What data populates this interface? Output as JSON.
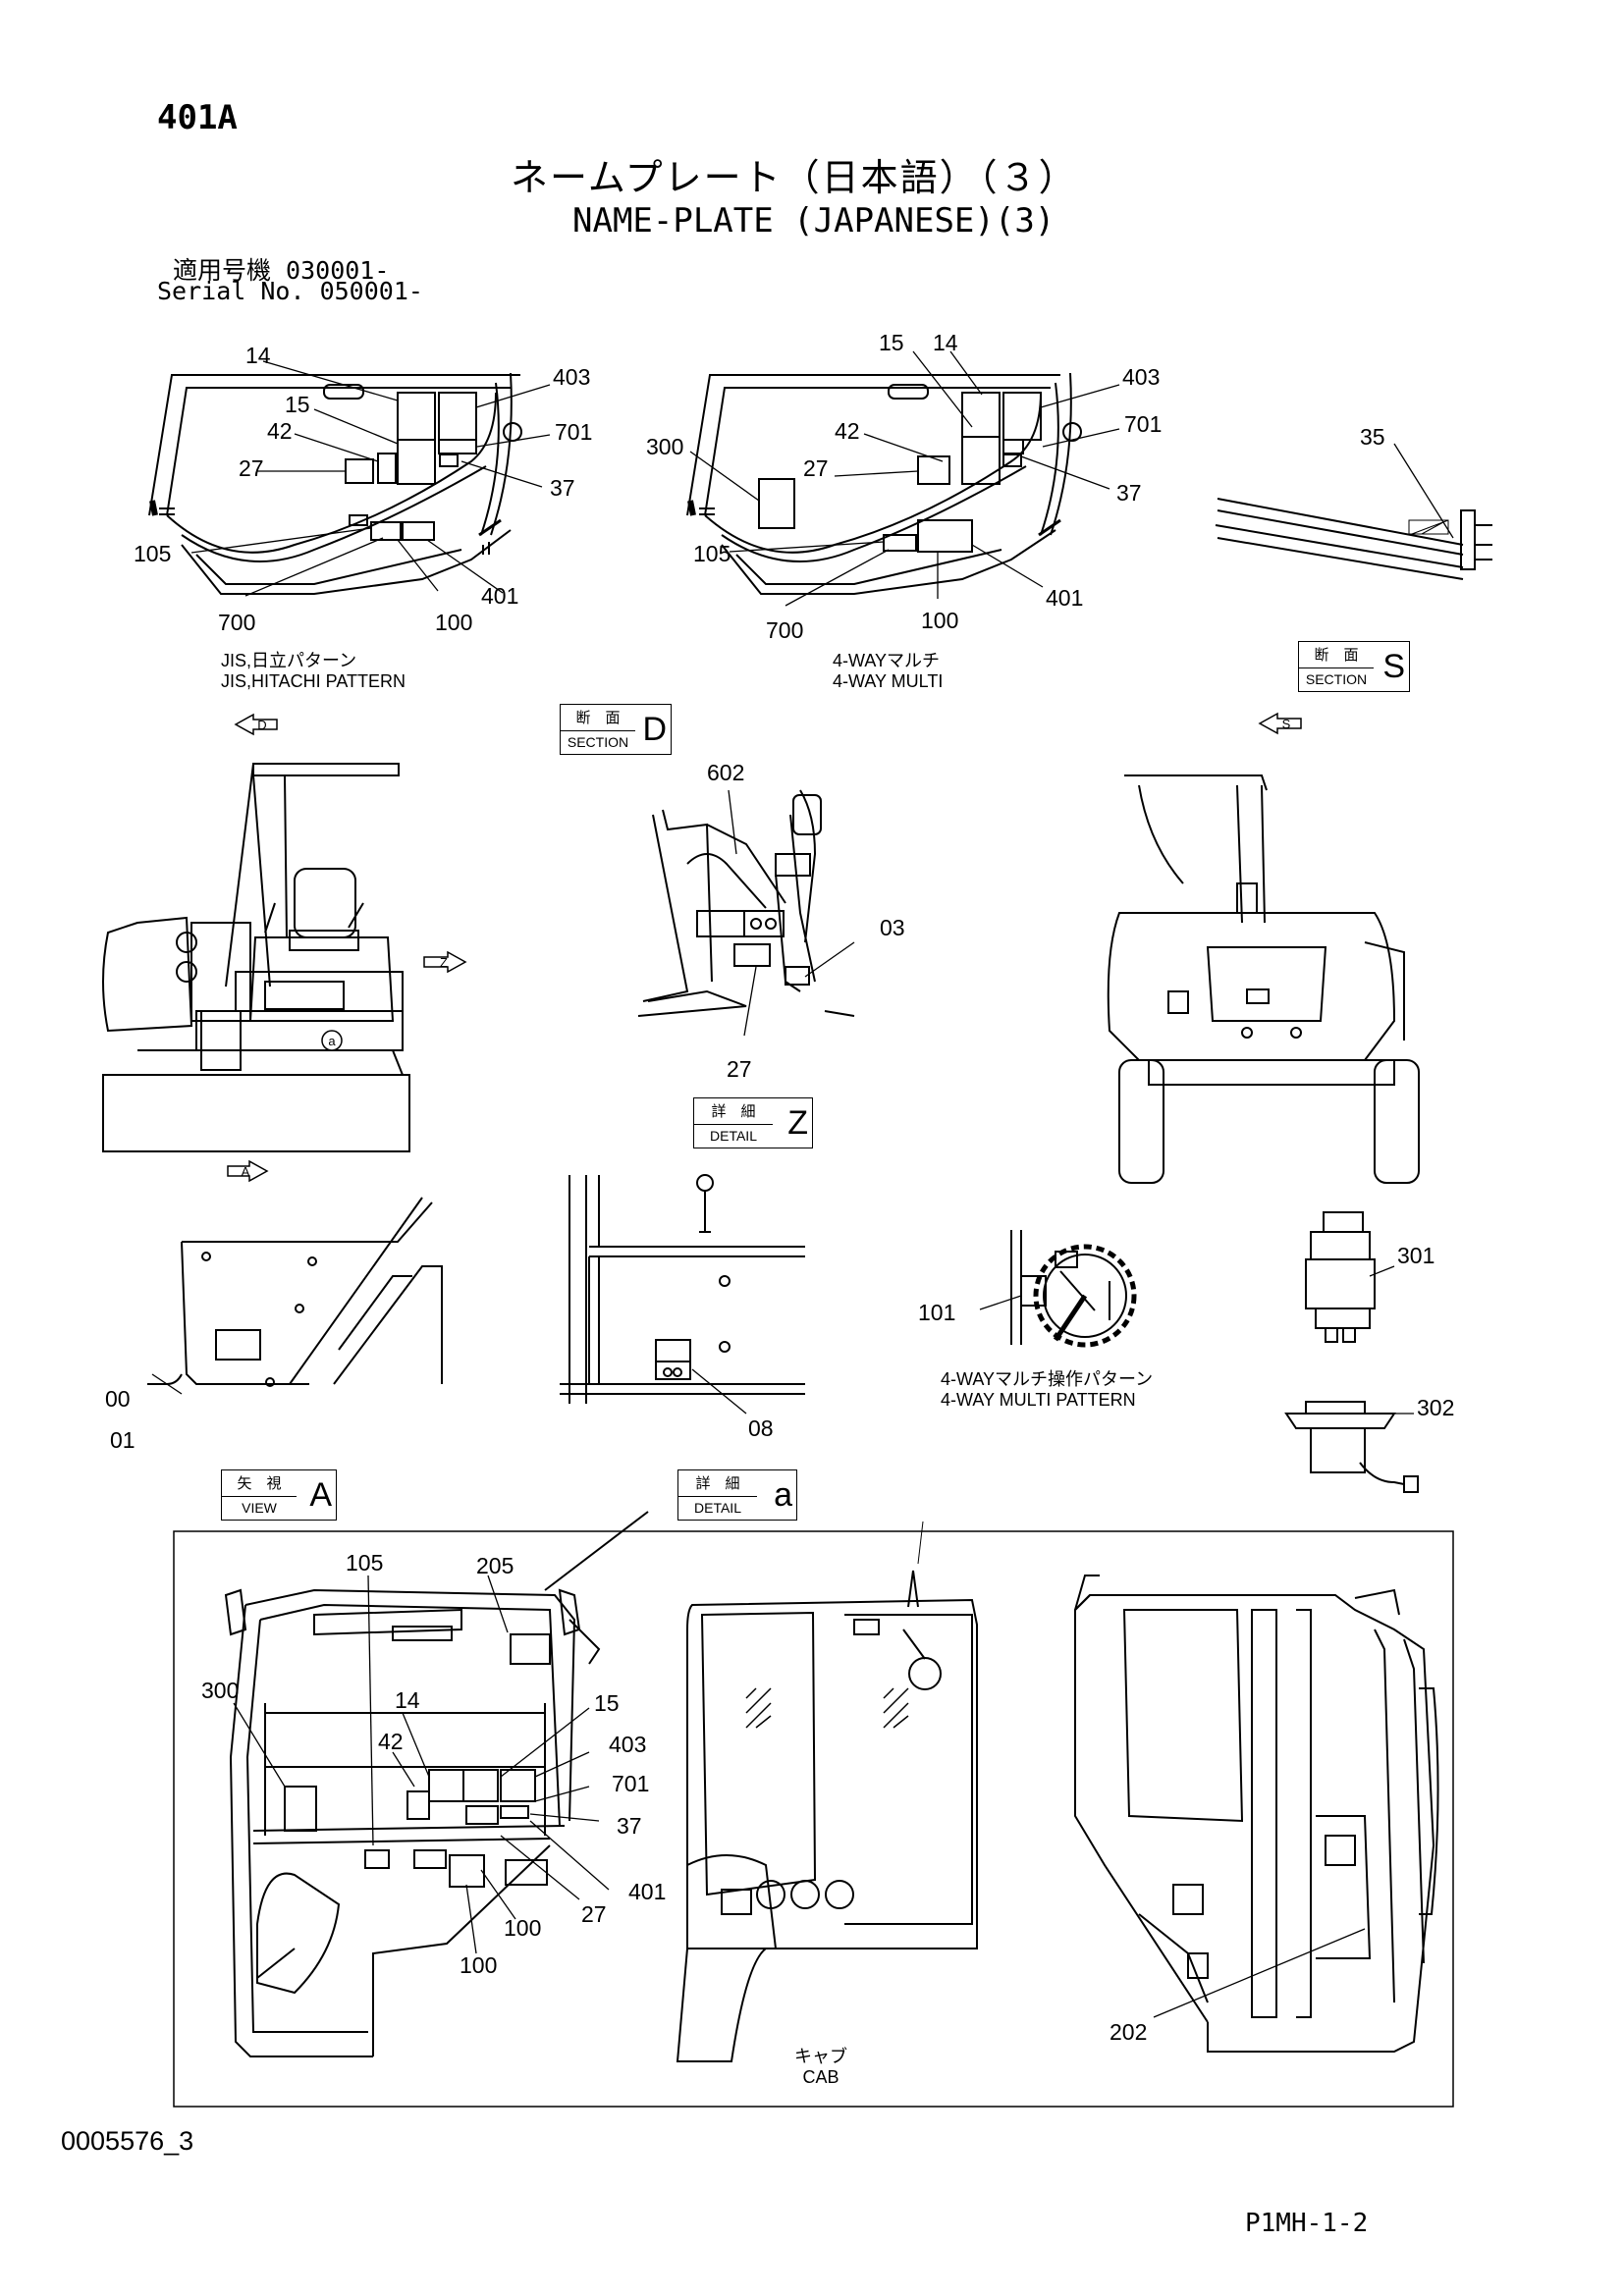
{
  "header": {
    "doc_code": "401A",
    "title_jp": "ネームプレート（日本語）（３）",
    "title_en": "NAME-PLATE (JAPANESE)(3)",
    "applicability_jp": "適用号機 030001-",
    "serial": "Serial No. 050001-"
  },
  "captions": {
    "jis_jp": "JIS,日立パターン",
    "jis_en": "JIS,HITACHI PATTERN",
    "multi_jp": "4-WAYマルチ",
    "multi_en": "4-WAY MULTI",
    "multi_pattern_jp": "4-WAYマルチ操作パターン",
    "multi_pattern_en": "4-WAY MULTI PATTERN",
    "cab_jp": "キャブ",
    "cab_en": "CAB"
  },
  "view_boxes": {
    "section_s": {
      "top": "断　面",
      "bottom": "SECTION",
      "letter": "S"
    },
    "section_d": {
      "top": "断　面",
      "bottom": "SECTION",
      "letter": "D"
    },
    "detail_z": {
      "top": "詳　細",
      "bottom": "DETAIL",
      "letter": "Z"
    },
    "view_a": {
      "top": "矢　視",
      "bottom": "VIEW",
      "letter": "A"
    },
    "detail_a": {
      "top": "詳　細",
      "bottom": "DETAIL",
      "letter": "a"
    }
  },
  "view_arrows": {
    "d": "D",
    "s": "S",
    "z": "Z",
    "a": "A",
    "a_small": "a"
  },
  "callouts": {
    "jis": [
      "14",
      "403",
      "15",
      "701",
      "42",
      "27",
      "37",
      "105",
      "700",
      "100",
      "401"
    ],
    "multi": [
      "15",
      "14",
      "403",
      "701",
      "300",
      "42",
      "27",
      "37",
      "105",
      "700",
      "100",
      "401"
    ],
    "section_s": [
      "35"
    ],
    "detail_z": [
      "602",
      "03",
      "27"
    ],
    "view_a": [
      "00",
      "01"
    ],
    "detail_a": [
      "08"
    ],
    "pattern": [
      "101"
    ],
    "parts": [
      "301",
      "302"
    ],
    "cab": [
      "105",
      "205",
      "300",
      "14",
      "15",
      "403",
      "42",
      "701",
      "37",
      "401",
      "27",
      "100",
      "100",
      "202"
    ]
  },
  "footer": {
    "left_code": "0005576_3",
    "right_code": "P1MH-1-2"
  }
}
